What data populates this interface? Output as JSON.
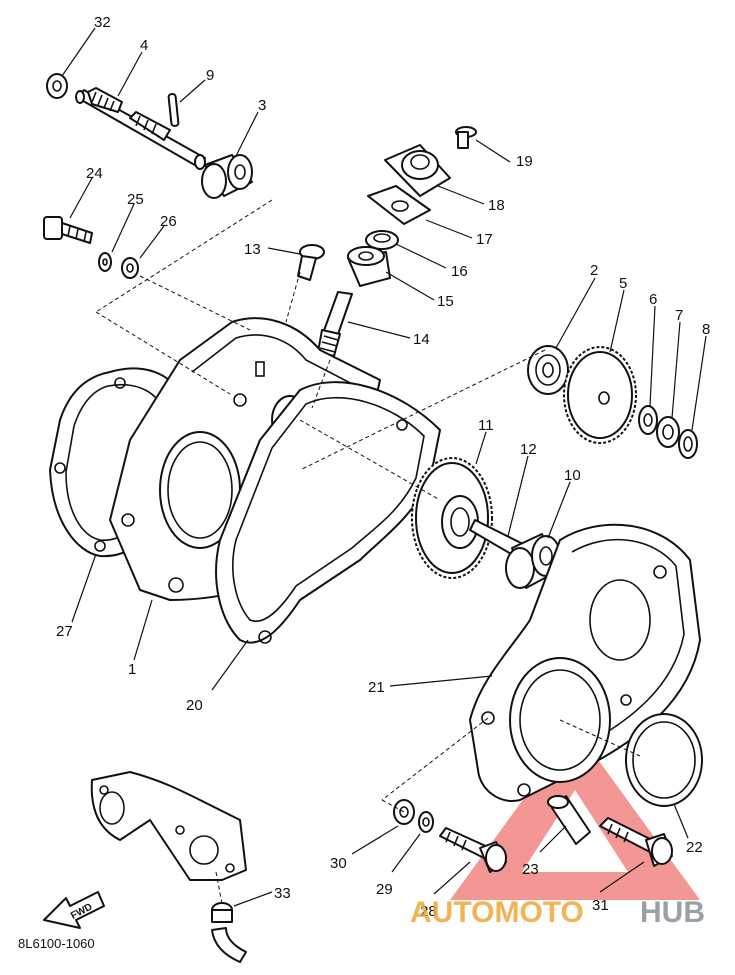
{
  "diagram_code": "8L6100-1060",
  "fwd_label": "FWD",
  "watermark": {
    "brand_part1": "AUTOMOTO",
    "brand_part2": "HUB",
    "color_part1": "#f0a637",
    "color_part2": "#8a8f97",
    "triangle_color": "#e8413c"
  },
  "part_numbers": {
    "p1": "1",
    "p2": "2",
    "p3": "3",
    "p4": "4",
    "p5": "5",
    "p6": "6",
    "p7": "7",
    "p8": "8",
    "p9": "9",
    "p10": "10",
    "p11": "11",
    "p12": "12",
    "p13": "13",
    "p14": "14",
    "p15": "15",
    "p16": "16",
    "p17": "17",
    "p18": "18",
    "p19": "19",
    "p20": "20",
    "p21": "21",
    "p22": "22",
    "p23": "23",
    "p24": "24",
    "p25": "25",
    "p26": "26",
    "p27": "27",
    "p28": "28",
    "p29": "29",
    "p30": "30",
    "p31": "31",
    "p32": "32",
    "p33": "33"
  }
}
